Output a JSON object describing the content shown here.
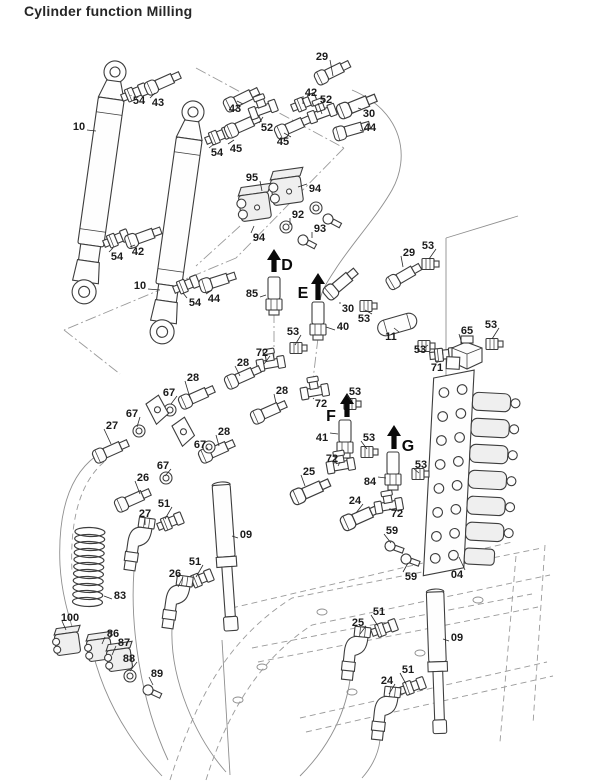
{
  "page": {
    "title": "Cylinder function Milling"
  },
  "colors": {
    "background": "#ffffff",
    "line_art": "#3d3d3d",
    "label_text": "#1b1b1b",
    "arrow": "#0a0a0a"
  },
  "diagram": {
    "part_names": {
      "cylinder": "hydraulic-cylinder",
      "strut": "gas-strut",
      "spring": "coil-spring",
      "valve": "control-valve-block",
      "accum": "accumulator",
      "elbow65": "elbow-block-fitting",
      "elbow": "hose-elbow",
      "nipple": "straight-fitting",
      "bolt": "hose-nipple-bolt",
      "tee": "tee-fitting",
      "nut": "union-nut",
      "ring": "sealing-ring",
      "screw": "screw",
      "vnipple": "vertical-fitting",
      "clamp": "clamp-block",
      "clampS": "clamp-block-small",
      "plate": "bracket-plate"
    },
    "parts": [
      [
        "cylinder",
        115,
        72,
        8
      ],
      [
        "cylinder",
        193,
        112,
        8
      ],
      [
        "nipple",
        122,
        98,
        -22
      ],
      [
        "bolt",
        146,
        90,
        -24
      ],
      [
        "nipple",
        206,
        141,
        -22
      ],
      [
        "bolt",
        226,
        133,
        -24
      ],
      [
        "bolt",
        225,
        107,
        -26
      ],
      [
        "tee",
        251,
        114,
        -20
      ],
      [
        "bolt",
        276,
        134,
        -24
      ],
      [
        "bolt",
        316,
        80,
        -26
      ],
      [
        "nipple",
        292,
        108,
        -22
      ],
      [
        "tee",
        310,
        118,
        -20
      ],
      [
        "bolt",
        338,
        113,
        -22,
        1.1
      ],
      [
        "bolt",
        334,
        135,
        -16
      ],
      [
        "nipple",
        104,
        244,
        -22
      ],
      [
        "bolt",
        126,
        243,
        -20
      ],
      [
        "nipple",
        174,
        290,
        -22
      ],
      [
        "bolt",
        200,
        287,
        -18
      ],
      [
        "clamp",
        238,
        194,
        -8
      ],
      [
        "clamp",
        270,
        178,
        -8
      ],
      [
        "ring",
        316,
        208,
        0
      ],
      [
        "screw",
        328,
        219,
        28
      ],
      [
        "ring",
        286,
        227,
        0
      ],
      [
        "screw",
        303,
        240,
        28
      ],
      [
        "vnipple",
        274,
        277,
        0
      ],
      [
        "vnipple",
        318,
        302,
        0
      ],
      [
        "bolt",
        326,
        296,
        -40,
        1.05
      ],
      [
        "nut",
        366,
        306,
        0
      ],
      [
        "bolt",
        388,
        285,
        -30
      ],
      [
        "nut",
        428,
        264,
        0
      ],
      [
        "accum",
        378,
        330,
        -16
      ],
      [
        "nut",
        424,
        346,
        0
      ],
      [
        "nipple",
        430,
        356,
        -6
      ],
      [
        "elbow65",
        452,
        342,
        0
      ],
      [
        "nut",
        492,
        344,
        0
      ],
      [
        "valve",
        434,
        372,
        3
      ],
      [
        "nut",
        296,
        348,
        0
      ],
      [
        "tee",
        258,
        366,
        -10
      ],
      [
        "bolt",
        226,
        384,
        -24
      ],
      [
        "bolt",
        180,
        404,
        -24
      ],
      [
        "ring",
        170,
        410,
        0
      ],
      [
        "plate",
        146,
        404,
        -12
      ],
      [
        "ring",
        139,
        431,
        0
      ],
      [
        "bolt",
        94,
        458,
        -24
      ],
      [
        "plate",
        172,
        426,
        -12
      ],
      [
        "bolt",
        252,
        419,
        -24
      ],
      [
        "bolt",
        200,
        458,
        -24
      ],
      [
        "ring",
        209,
        447,
        0
      ],
      [
        "ring",
        166,
        478,
        0
      ],
      [
        "bolt",
        116,
        507,
        -24
      ],
      [
        "tee",
        302,
        394,
        -10
      ],
      [
        "nut",
        350,
        404,
        0
      ],
      [
        "vnipple",
        345,
        420,
        0
      ],
      [
        "tee",
        328,
        468,
        -10
      ],
      [
        "nut",
        367,
        452,
        0
      ],
      [
        "vnipple",
        393,
        452,
        0
      ],
      [
        "nut",
        418,
        474,
        0
      ],
      [
        "bolt",
        292,
        499,
        -24,
        1.1
      ],
      [
        "bolt",
        342,
        525,
        -24,
        1.1
      ],
      [
        "tee",
        376,
        508,
        -10
      ],
      [
        "screw",
        390,
        546,
        20
      ],
      [
        "screw",
        406,
        559,
        20
      ],
      [
        "strut",
        221,
        483,
        -4
      ],
      [
        "strut",
        435,
        590,
        -2,
        0.97
      ],
      [
        "nipple",
        158,
        527,
        -22
      ],
      [
        "elbow",
        146,
        528,
        8
      ],
      [
        "nipple",
        188,
        584,
        -22
      ],
      [
        "elbow",
        184,
        586,
        8
      ],
      [
        "spring",
        90,
        530,
        2
      ],
      [
        "clampS",
        54,
        634,
        -8
      ],
      [
        "clampS",
        86,
        640,
        -8
      ],
      [
        "clampS",
        106,
        650,
        -8
      ],
      [
        "ring",
        130,
        676,
        0
      ],
      [
        "screw",
        148,
        690,
        25
      ],
      [
        "nipple",
        372,
        633,
        -20
      ],
      [
        "elbow",
        362,
        637,
        6
      ],
      [
        "nipple",
        400,
        691,
        -20
      ],
      [
        "elbow",
        392,
        697,
        6
      ]
    ],
    "labels": [
      [
        "29",
        322,
        60,
        333,
        76
      ],
      [
        "54",
        139,
        104,
        131,
        95
      ],
      [
        "43",
        158,
        106,
        155,
        93
      ],
      [
        "42",
        311,
        96,
        303,
        104
      ],
      [
        "52",
        326,
        103,
        322,
        114
      ],
      [
        "30",
        369,
        117,
        358,
        108
      ],
      [
        "44",
        370,
        131,
        360,
        130
      ],
      [
        "10",
        79,
        130,
        96,
        131
      ],
      [
        "43",
        235,
        112,
        237,
        101
      ],
      [
        "52",
        267,
        131,
        263,
        117
      ],
      [
        "45",
        283,
        145,
        284,
        133
      ],
      [
        "54",
        217,
        156,
        214,
        144
      ],
      [
        "45",
        236,
        152,
        234,
        140
      ],
      [
        "95",
        252,
        181,
        262,
        191
      ],
      [
        "94",
        315,
        192,
        298,
        187
      ],
      [
        "92",
        298,
        218,
        290,
        225
      ],
      [
        "93",
        320,
        232,
        312,
        238
      ],
      [
        "94",
        259,
        241,
        254,
        226
      ],
      [
        "54",
        117,
        260,
        113,
        248
      ],
      [
        "42",
        138,
        255,
        135,
        245
      ],
      [
        "10",
        140,
        289,
        160,
        290
      ],
      [
        "54",
        195,
        306,
        183,
        293
      ],
      [
        "44",
        214,
        302,
        212,
        290
      ],
      [
        "29",
        409,
        256,
        403,
        267
      ],
      [
        "53",
        428,
        249,
        429,
        259
      ],
      [
        "85",
        252,
        297,
        266,
        295
      ],
      [
        "30",
        348,
        312,
        340,
        302
      ],
      [
        "53",
        364,
        322,
        365,
        310
      ],
      [
        "40",
        343,
        330,
        326,
        327
      ],
      [
        "11",
        391,
        340,
        394,
        328
      ],
      [
        "53",
        420,
        353,
        423,
        349
      ],
      [
        "65",
        467,
        334,
        462,
        344
      ],
      [
        "53",
        491,
        328,
        492,
        339
      ],
      [
        "71",
        437,
        371,
        437,
        360
      ],
      [
        "53",
        293,
        335,
        295,
        345
      ],
      [
        "72",
        262,
        356,
        264,
        364
      ],
      [
        "28",
        243,
        366,
        240,
        376
      ],
      [
        "28",
        193,
        381,
        190,
        398
      ],
      [
        "28",
        282,
        394,
        276,
        403
      ],
      [
        "67",
        169,
        396,
        171,
        404
      ],
      [
        "67",
        132,
        417,
        137,
        427
      ],
      [
        "27",
        112,
        429,
        111,
        444
      ],
      [
        "28",
        224,
        435,
        219,
        446
      ],
      [
        "67",
        200,
        448,
        206,
        449
      ],
      [
        "67",
        163,
        469,
        165,
        476
      ],
      [
        "26",
        143,
        481,
        140,
        494
      ],
      [
        "53",
        355,
        395,
        351,
        401
      ],
      [
        "72",
        321,
        407,
        314,
        398
      ],
      [
        "41",
        322,
        441,
        338,
        434
      ],
      [
        "53",
        369,
        441,
        367,
        449
      ],
      [
        "72",
        332,
        462,
        338,
        466
      ],
      [
        "25",
        309,
        475,
        305,
        486
      ],
      [
        "84",
        370,
        485,
        386,
        478
      ],
      [
        "53",
        421,
        468,
        419,
        473
      ],
      [
        "24",
        355,
        504,
        356,
        513
      ],
      [
        "72",
        397,
        517,
        391,
        509
      ],
      [
        "59",
        392,
        534,
        391,
        543
      ],
      [
        "59",
        411,
        580,
        408,
        563
      ],
      [
        "04",
        457,
        578,
        459,
        557
      ],
      [
        "51",
        164,
        507,
        165,
        519
      ],
      [
        "27",
        145,
        517,
        145,
        525
      ],
      [
        "51",
        195,
        565,
        196,
        577
      ],
      [
        "26",
        175,
        577,
        178,
        587
      ],
      [
        "09",
        246,
        538,
        232,
        536
      ],
      [
        "83",
        120,
        599,
        104,
        596
      ],
      [
        "100",
        70,
        621,
        66,
        630
      ],
      [
        "86",
        113,
        637,
        102,
        644
      ],
      [
        "87",
        124,
        646,
        112,
        655
      ],
      [
        "88",
        129,
        662,
        130,
        671
      ],
      [
        "89",
        157,
        677,
        153,
        685
      ],
      [
        "51",
        379,
        615,
        378,
        626
      ],
      [
        "25",
        358,
        626,
        360,
        634
      ],
      [
        "09",
        457,
        641,
        443,
        639
      ],
      [
        "51",
        408,
        673,
        406,
        684
      ],
      [
        "24",
        387,
        684,
        389,
        694
      ]
    ],
    "arrows": [
      [
        "D",
        274,
        272,
        249,
        287,
        270
      ],
      [
        "E",
        318,
        300,
        273,
        303,
        298
      ],
      [
        "F",
        347,
        417,
        393,
        331,
        421
      ],
      [
        "G",
        394,
        449,
        425,
        408,
        451
      ]
    ]
  }
}
